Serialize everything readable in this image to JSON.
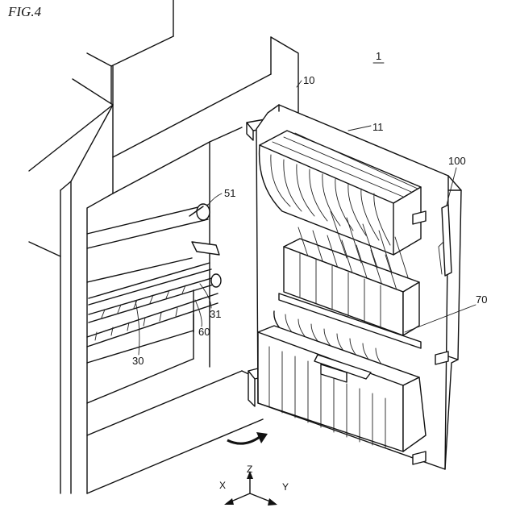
{
  "figure": {
    "title": "FIG.4",
    "assembly_label": "1"
  },
  "labels": {
    "housing": "10",
    "door": "11",
    "handle": "100",
    "guide": "70",
    "roller_top": "51",
    "roller_lower": "31",
    "unit": "30",
    "belt": "60"
  },
  "axes": {
    "x": "X",
    "y": "Y",
    "z": "Z"
  }
}
